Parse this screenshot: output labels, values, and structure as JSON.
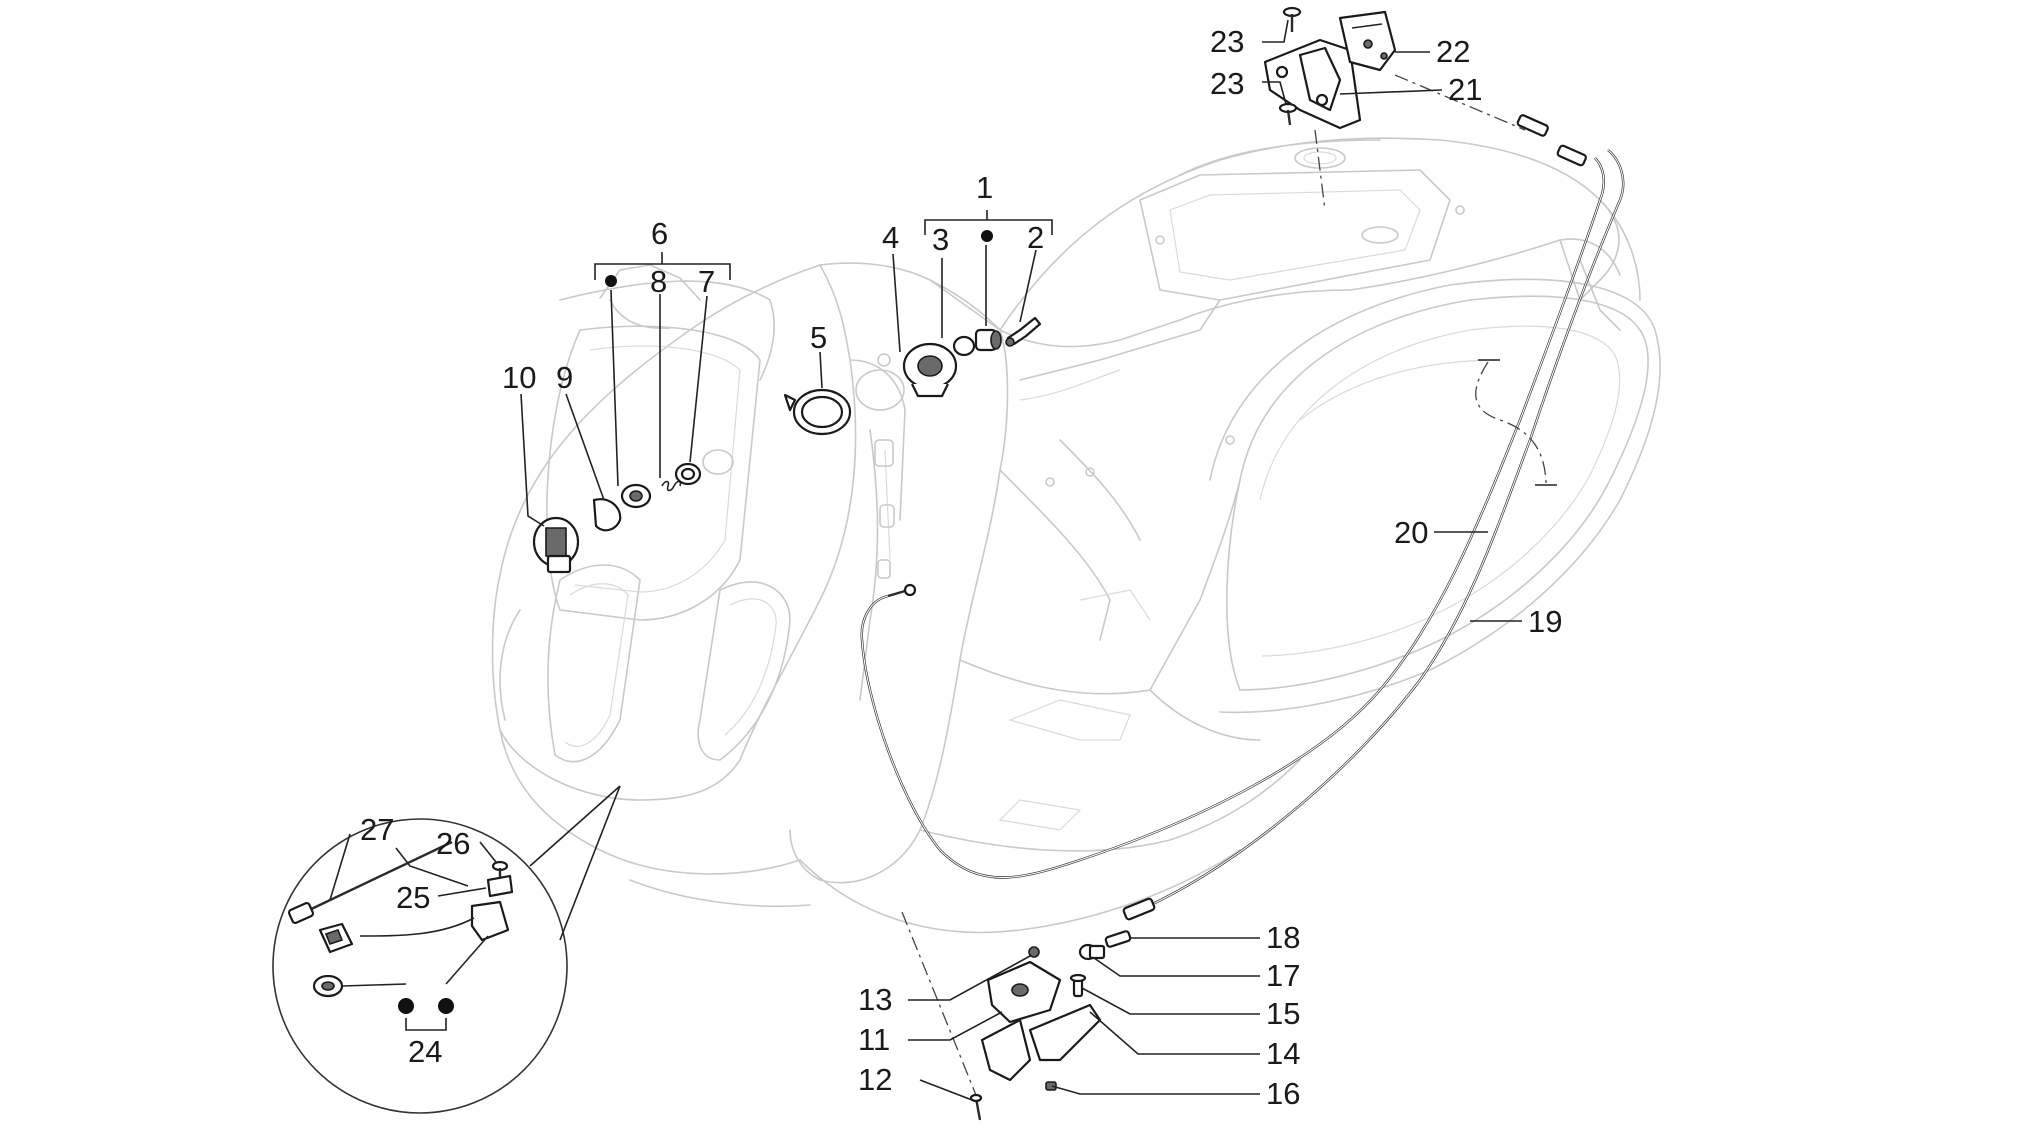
{
  "labels": {
    "n1": "1",
    "n2": "2",
    "n3": "3",
    "n4": "4",
    "n5": "5",
    "n6": "6",
    "n7": "7",
    "n8": "8",
    "n9": "9",
    "n10": "10",
    "n11": "11",
    "n12": "12",
    "n13": "13",
    "n14": "14",
    "n15": "15",
    "n16": "16",
    "n17": "17",
    "n18": "18",
    "n19": "19",
    "n20": "20",
    "n21": "21",
    "n22": "22",
    "n23a": "23",
    "n23b": "23",
    "n24": "24",
    "n25": "25",
    "n26": "26",
    "n27": "27"
  },
  "colors": {
    "ink": "#1a1a1a",
    "ghost_body": "#c9c9c9",
    "background": "#ffffff"
  }
}
